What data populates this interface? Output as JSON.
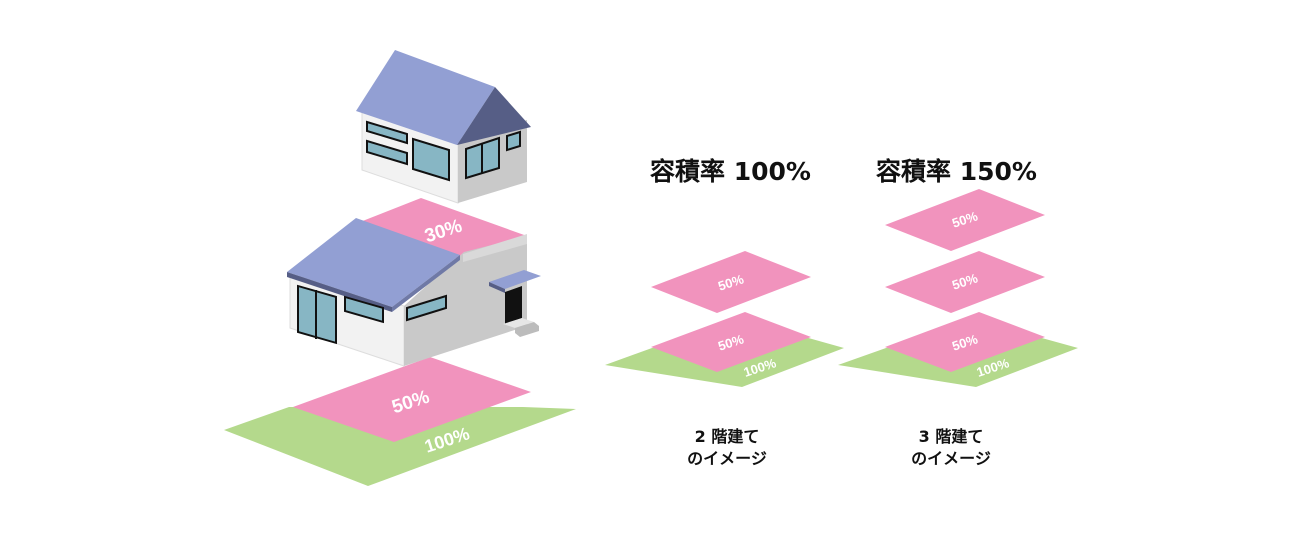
{
  "colors": {
    "pink": "#f193bd",
    "green": "#b4d98c",
    "roof_light": "#929fd3",
    "roof_dark": "#565e86",
    "wall_light": "#f2f2f2",
    "wall_dark": "#c9c9c9",
    "window": "#87b6c4"
  },
  "house": {
    "upper_floor_label": "30%",
    "site_building_label": "50%",
    "site_ground_label": "100%"
  },
  "ratio_100": {
    "title": "容積率 100%",
    "floor2_label": "50%",
    "floor1_label": "50%",
    "ground_label": "100%",
    "caption_line1": "2 階建て",
    "caption_line2": "のイメージ"
  },
  "ratio_150": {
    "title": "容積率 150%",
    "floor3_label": "50%",
    "floor2_label": "50%",
    "floor1_label": "50%",
    "ground_label": "100%",
    "caption_line1": "3 階建て",
    "caption_line2": "のイメージ"
  }
}
